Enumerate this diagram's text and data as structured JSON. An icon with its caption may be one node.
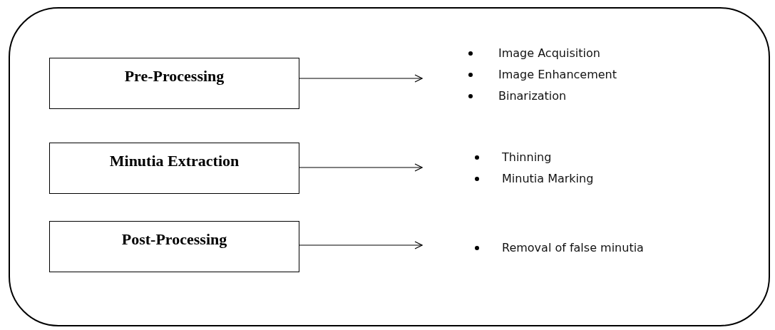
{
  "diagram": {
    "nodes": [
      {
        "text": [],
        "shape": "box"
      },
      {
        "text": [
          "Pre-Processing"
        ],
        "in": 0
      },
      {
        "text": [
          "Image Acquisition",
          "Image Enhancement",
          "Binarization"
        ],
        "in": 0
      },
      {
        "text": [
          "Minutia Extraction"
        ],
        "in": 0
      },
      {
        "text": [
          "Thinning",
          "Minutia Marking"
        ],
        "in": 0
      },
      {
        "text": [
          "Post-Processing"
        ],
        "in": 0
      },
      {
        "text": [
          "Removal of false minutia"
        ],
        "in": 0
      }
    ],
    "edges": [
      {
        "from": 1,
        "to": 2,
        "arrow": "to"
      },
      {
        "from": 3,
        "to": 4,
        "arrow": "to"
      },
      {
        "from": 5,
        "to": 6,
        "arrow": "to"
      }
    ]
  }
}
